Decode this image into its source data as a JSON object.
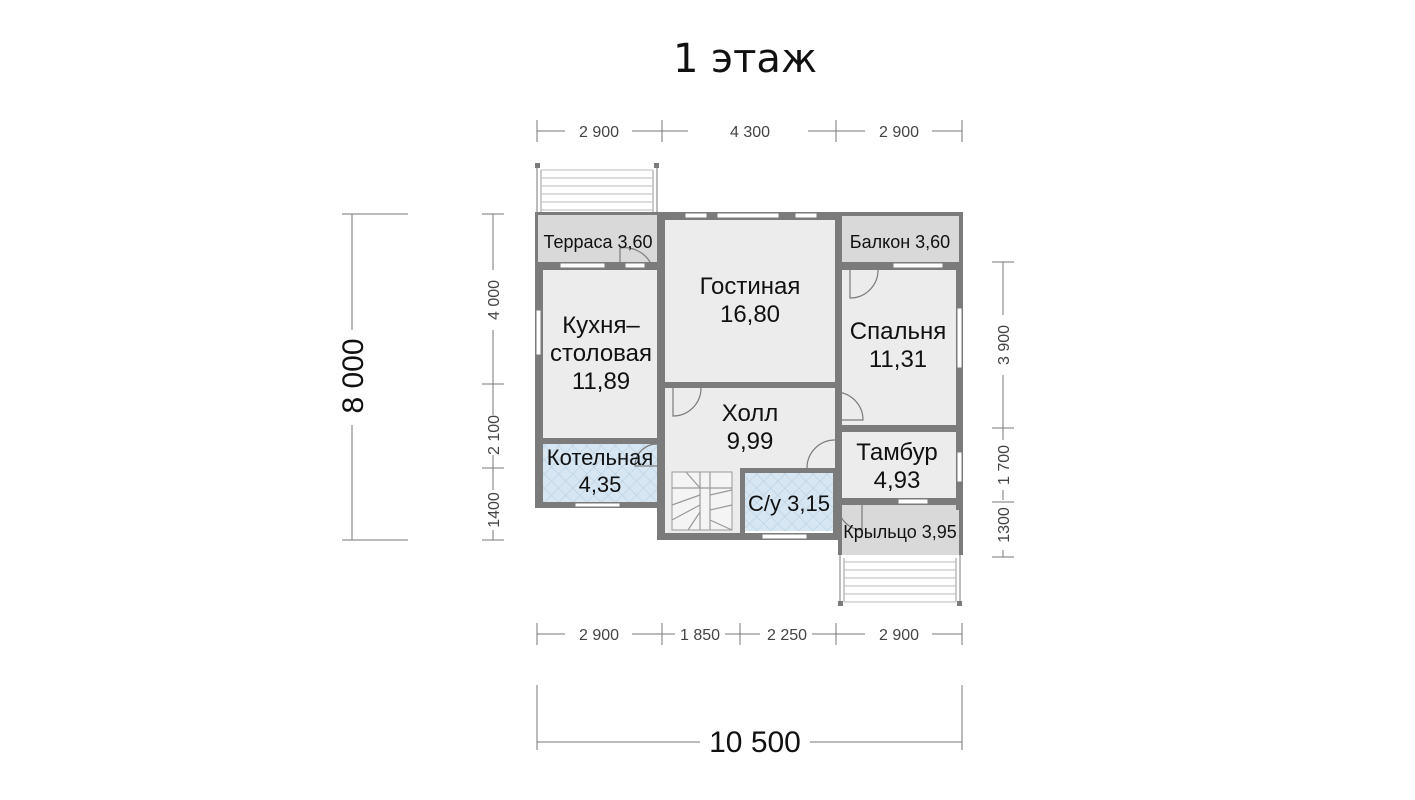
{
  "title": "1 этаж",
  "rooms": {
    "terrace": {
      "name": "Терраса 3,60"
    },
    "balcony": {
      "name": "Балкон 3,60"
    },
    "living": {
      "name": "Гостиная",
      "area": "16,80"
    },
    "kitchen": {
      "name1": "Кухня–",
      "name2": "столовая",
      "area": "11,89"
    },
    "bedroom": {
      "name": "Спальня",
      "area": "11,31"
    },
    "hall": {
      "name": "Холл",
      "area": "9,99"
    },
    "boiler": {
      "name": "Котельная",
      "area": "4,35"
    },
    "vestibule": {
      "name": "Тамбур",
      "area": "4,93"
    },
    "wc": {
      "name": "С/у 3,15"
    },
    "porch": {
      "name": "Крыльцо 3,95"
    }
  },
  "dimensions": {
    "top": [
      "2 900",
      "4 300",
      "2 900"
    ],
    "bottom": [
      "2 900",
      "1 850",
      "2 250",
      "2 900"
    ],
    "total_width": "10 500",
    "total_height": "8 000",
    "left": [
      "4 000",
      "2 100",
      "1400"
    ],
    "right": [
      "3 900",
      "1 700",
      "1300"
    ]
  },
  "colors": {
    "wall": "#7b7b7b",
    "floor": "#ececec",
    "tile": "#d6e6f2"
  }
}
